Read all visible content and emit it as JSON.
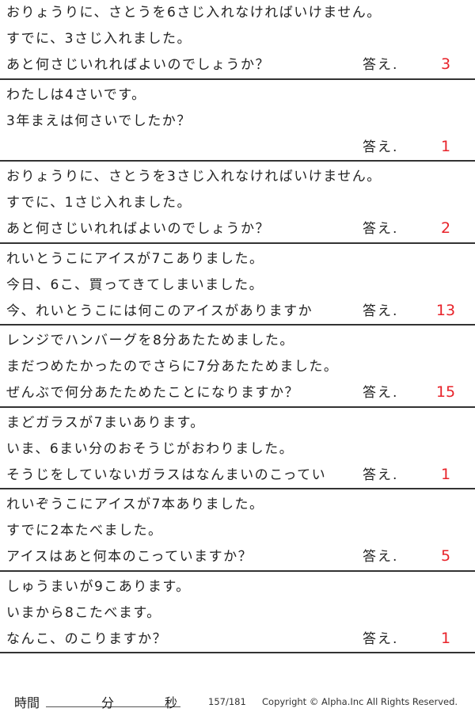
{
  "problems": [
    {
      "lines": [
        "おりょうりに、さとうを6さじ入れなければいけません。",
        "すでに、3さじ入れました。",
        "あと何さじいれればよいのでしょうか？"
      ],
      "answer_label": "答え.",
      "answer": "3"
    },
    {
      "lines": [
        "わたしは4さいです。",
        "3年まえは何さいでしたか？",
        ""
      ],
      "answer_label": "答え.",
      "answer": "1"
    },
    {
      "lines": [
        "おりょうりに、さとうを3さじ入れなければいけません。",
        "すでに、1さじ入れました。",
        "あと何さじいれればよいのでしょうか？"
      ],
      "answer_label": "答え.",
      "answer": "2"
    },
    {
      "lines": [
        "れいとうこにアイスが7こありました。",
        "今日、6こ、買ってきてしまいました。",
        "今、れいとうこには何このアイスがありますか"
      ],
      "answer_label": "答え.",
      "answer": "13"
    },
    {
      "lines": [
        "レンジでハンバーグを8分あたためました。",
        "まだつめたかったのでさらに7分あたためました。",
        "ぜんぶで何分あたためたことになりますか？"
      ],
      "answer_label": "答え.",
      "answer": "15"
    },
    {
      "lines": [
        "まどガラスが7まいあります。",
        "いま、6まい分のおそうじがおわりました。",
        "そうじをしていないガラスはなんまいのこってい"
      ],
      "answer_label": "答え.",
      "answer": "1"
    },
    {
      "lines": [
        "れいぞうこにアイスが7本ありました。",
        "すでに2本たべました。",
        "アイスはあと何本のこっていますか？"
      ],
      "answer_label": "答え.",
      "answer": "5"
    },
    {
      "lines": [
        "しゅうまいが9こあります。",
        "いまから8こたべます。",
        "なんこ、のこりますか？"
      ],
      "answer_label": "答え.",
      "answer": "1"
    }
  ],
  "footer": {
    "time_label": "時間",
    "minutes_label": "分",
    "seconds_label": "秒",
    "page": "157/181",
    "copyright": "Copyright ©  Alpha.Inc All Rights Reserved."
  },
  "colors": {
    "answer": "#e8232a"
  }
}
